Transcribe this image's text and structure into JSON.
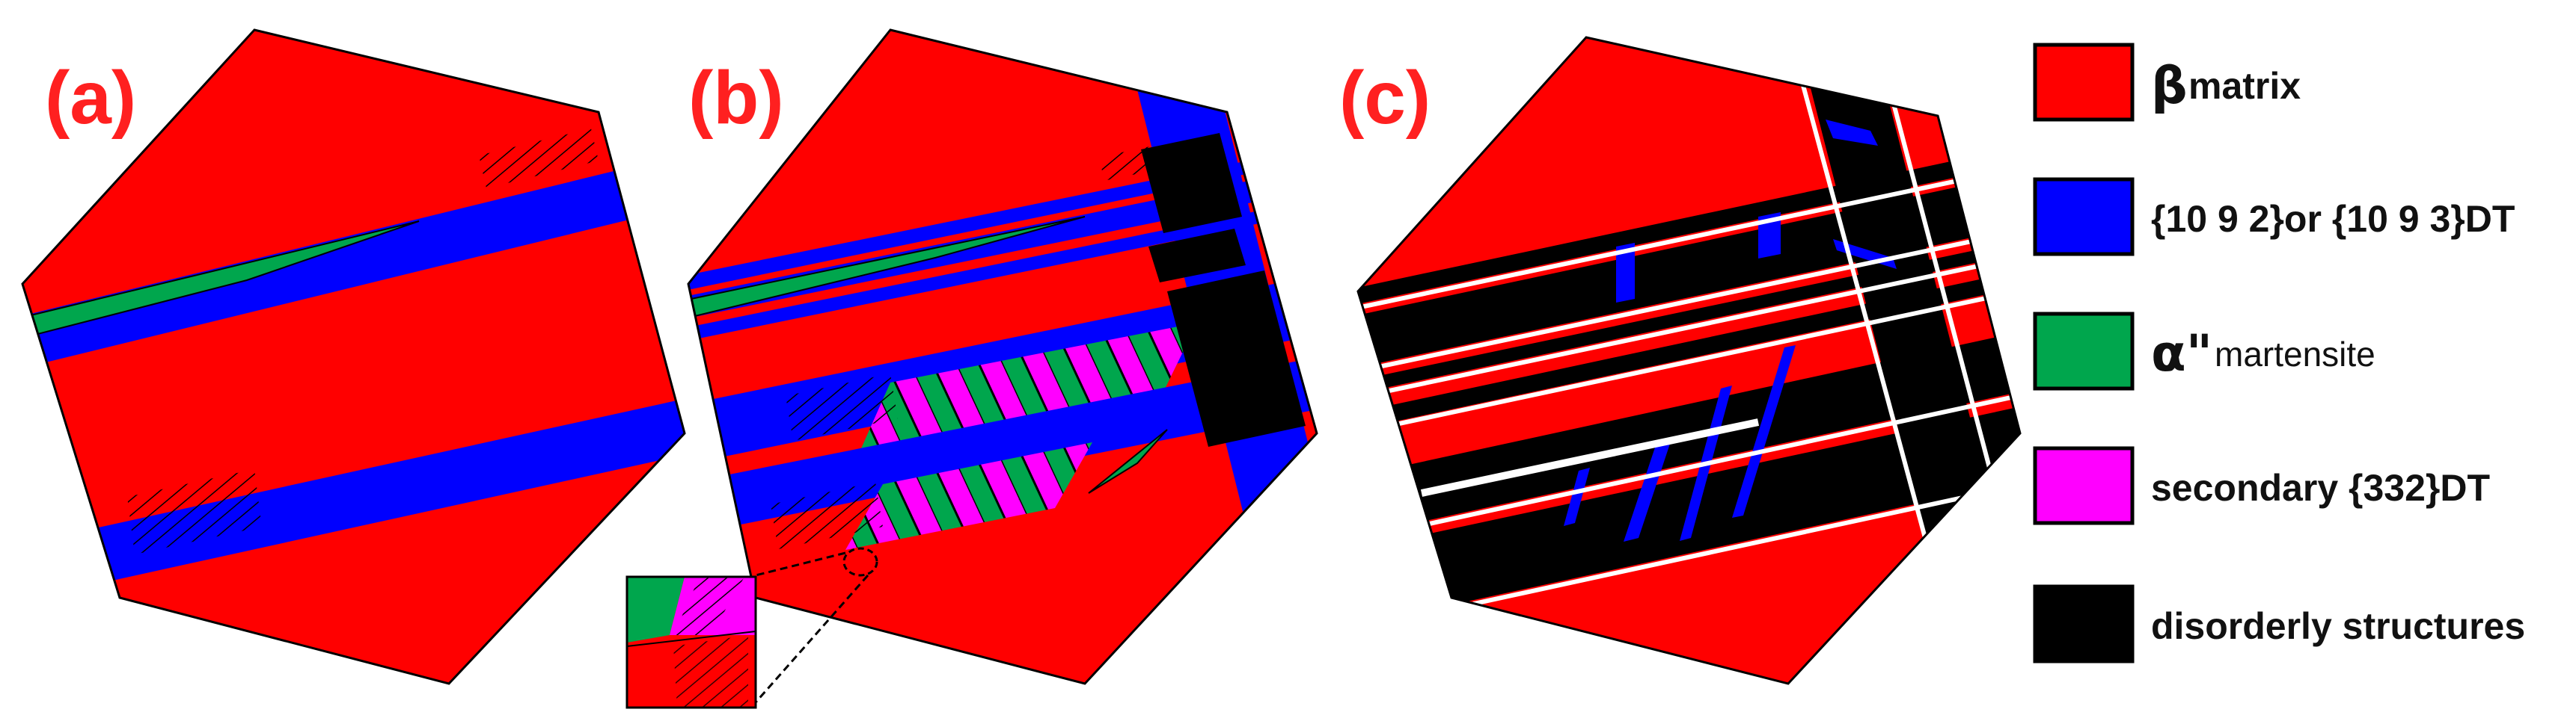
{
  "panels": [
    {
      "label": "(a)"
    },
    {
      "label": "(b)"
    },
    {
      "label": "(c)"
    }
  ],
  "legend": [
    {
      "symbol": "β",
      "text": "matrix",
      "color": "#ff0000"
    },
    {
      "symbol": "",
      "text": "{10 9 2}or {10 9 3}DT",
      "color": "#0000ff"
    },
    {
      "symbol": "α\"",
      "text": "martensite",
      "color": "#00a64d"
    },
    {
      "symbol": "",
      "text": "secondary {332}DT",
      "color": "#ff00ff"
    },
    {
      "symbol": "",
      "text": "disorderly structures",
      "color": "#000000"
    }
  ],
  "colors": {
    "matrix": "#ff0000",
    "twin": "#0000ff",
    "martensite": "#00a64d",
    "secondary": "#ff00ff",
    "disorder": "#000000",
    "label": "#ff2020"
  }
}
